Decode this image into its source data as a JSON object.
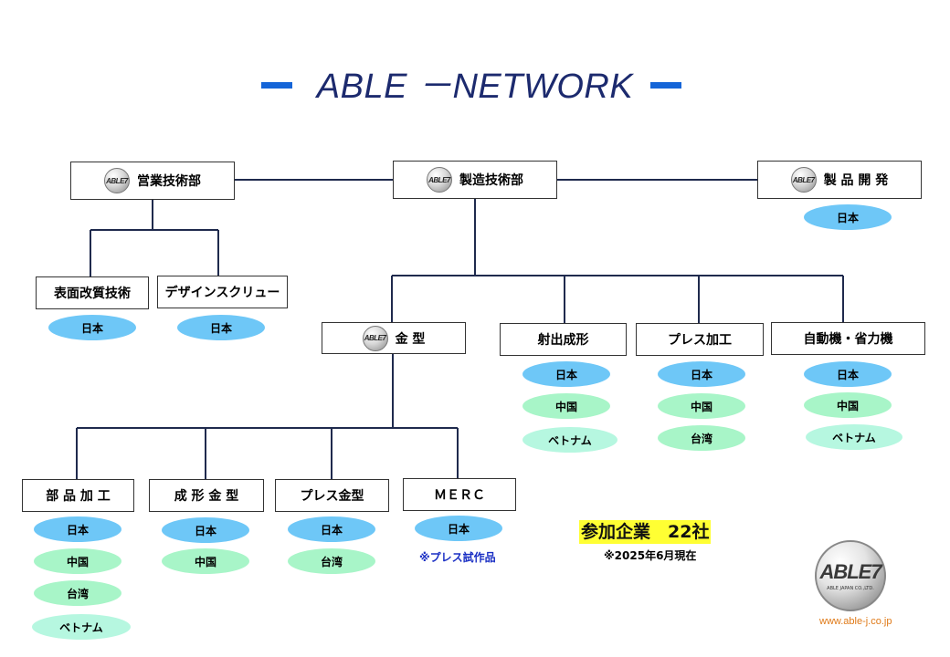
{
  "title": "ABLE －NETWORK",
  "colors": {
    "title": "#1c2a6e",
    "dash": "#1565d8",
    "japan": "#6ec7f7",
    "other": "#a8f5c8",
    "note": "#1a2fc4",
    "highlight": "#ffff33",
    "website": "#e07a18"
  },
  "icons": {
    "box_logo": "able-logo-icon",
    "brand_logo": "able-japan-logo-icon"
  },
  "logo_text": "ABLE7",
  "nodes": {
    "sales": "営業技術部",
    "manufacturing": "製造技術部",
    "product_dev": "製 品 開 発",
    "surface": "表面改質技術",
    "design": "デザインスクリュー",
    "mold": "金 型",
    "injection": "射出成形",
    "press": "プレス加工",
    "automation": "自動機・省力機",
    "parts": "部 品 加 工",
    "forming": "成 形 金 型",
    "press_mold": "プレス金型",
    "merc": "ＭＥＲＣ"
  },
  "regions": {
    "product_dev": [
      "日本"
    ],
    "surface": [
      "日本"
    ],
    "design": [
      "日本"
    ],
    "injection": [
      "日本",
      "中国",
      "ベトナム"
    ],
    "press": [
      "日本",
      "中国",
      "台湾"
    ],
    "automation": [
      "日本",
      "中国",
      "ベトナム"
    ],
    "parts": [
      "日本",
      "中国",
      "台湾",
      "ベトナム"
    ],
    "forming": [
      "日本",
      "中国"
    ],
    "press_mold": [
      "日本",
      "台湾"
    ],
    "merc": [
      "日本"
    ]
  },
  "merc_note": "※プレス試作品",
  "participants": "参加企業　22社",
  "as_of": "※2025年6月現在",
  "brand_sub": "ABLE JAPAN CO.,LTD.",
  "website": "www.able-j.co.jp"
}
